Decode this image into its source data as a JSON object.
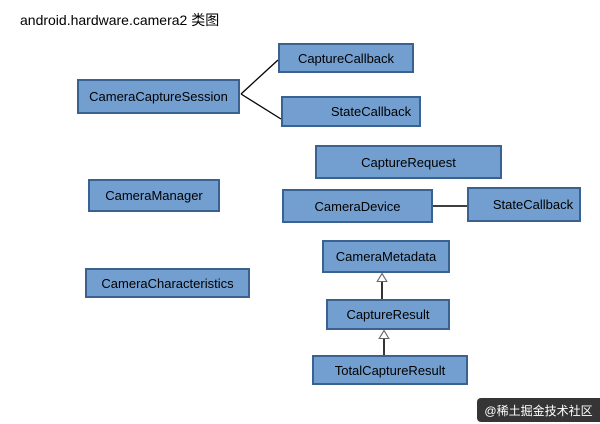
{
  "title": "android.hardware.camera2 类图",
  "colors": {
    "node_fill": "#729FCF",
    "node_border": "#3A6291",
    "connector_line": "#000000",
    "inheritance_arrow_outline": "#666666",
    "inheritance_arrow_fill": "#FFFFFF",
    "background": "#FFFFFF",
    "watermark_background": "#121212",
    "watermark_text_color": "#FFFFFF"
  },
  "nodes": [
    {
      "id": "camera-capture-session",
      "label": "CameraCaptureSession"
    },
    {
      "id": "capture-callback",
      "label": "CaptureCallback"
    },
    {
      "id": "state-callback-session",
      "label": "StateCallback"
    },
    {
      "id": "capture-request",
      "label": "CaptureRequest"
    },
    {
      "id": "camera-manager",
      "label": "CameraManager"
    },
    {
      "id": "camera-device",
      "label": "CameraDevice"
    },
    {
      "id": "state-callback-device",
      "label": "StateCallback"
    },
    {
      "id": "camera-metadata",
      "label": "CameraMetadata"
    },
    {
      "id": "camera-characteristics",
      "label": "CameraCharacteristics"
    },
    {
      "id": "capture-result",
      "label": "CaptureResult"
    },
    {
      "id": "total-capture-result",
      "label": "TotalCaptureResult"
    }
  ],
  "edges": [
    {
      "from": "CameraCaptureSession",
      "to": "CaptureCallback",
      "type": "association"
    },
    {
      "from": "CameraCaptureSession",
      "to": "StateCallback",
      "type": "association"
    },
    {
      "from": "CameraDevice",
      "to": "StateCallback",
      "type": "association"
    },
    {
      "from": "CaptureResult",
      "to": "CameraMetadata",
      "type": "inheritance"
    },
    {
      "from": "TotalCaptureResult",
      "to": "CaptureResult",
      "type": "inheritance"
    }
  ],
  "watermark": {
    "text": "@稀土掘金技术社区"
  }
}
